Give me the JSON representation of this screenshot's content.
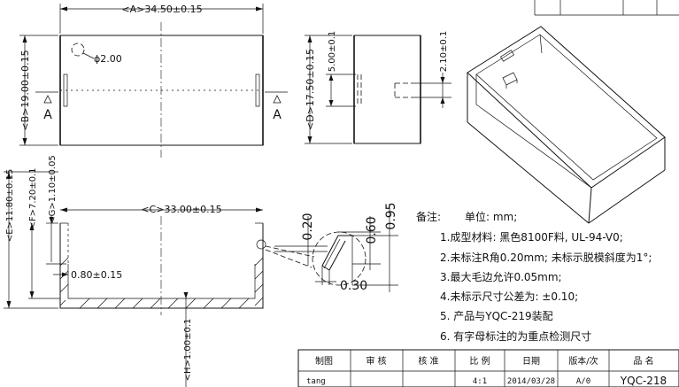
{
  "dims": {
    "a": "<A>34.50±0.15",
    "b": "<B>19.00±0.15",
    "d": "<D>17.50±0.15",
    "five": "5.00±0.1",
    "twoten": "2.10±0.1",
    "phi": "ϕ2.00",
    "c": "<C>33.00±0.15",
    "e": "<E>11.80±0.15",
    "f": "<F>7.20±0.1",
    "g": "<G>1.10±0.05",
    "wall": "0.80±0.15",
    "h": "<H>1.00±0.1",
    "d020": "0.20",
    "d060": "0.60",
    "d095": "0.95",
    "d030": "0.30",
    "sectionLetter": "A"
  },
  "notes": {
    "heading": "备注:",
    "unit": "单位: mm;",
    "items": [
      "1.成型材料:  黑色8100F料, UL-94-V0;",
      "2.未标注R角0.20mm; 未标示脱模斜度为1°;",
      "3.最大毛边允许0.05mm;",
      "4.未标示尺寸公差为: ±0.10;",
      "5.  产品与YQC-219装配",
      "6.  有字母标注的为重点检测尺寸"
    ]
  },
  "titleBlock": {
    "headers": [
      "制图",
      "审 核",
      "核 准",
      "比 例",
      "日期",
      "版本/次",
      "品 名"
    ],
    "values": [
      "tang",
      "",
      "",
      "4:1",
      "2014/03/28",
      "A/0",
      "YQC-218"
    ]
  }
}
